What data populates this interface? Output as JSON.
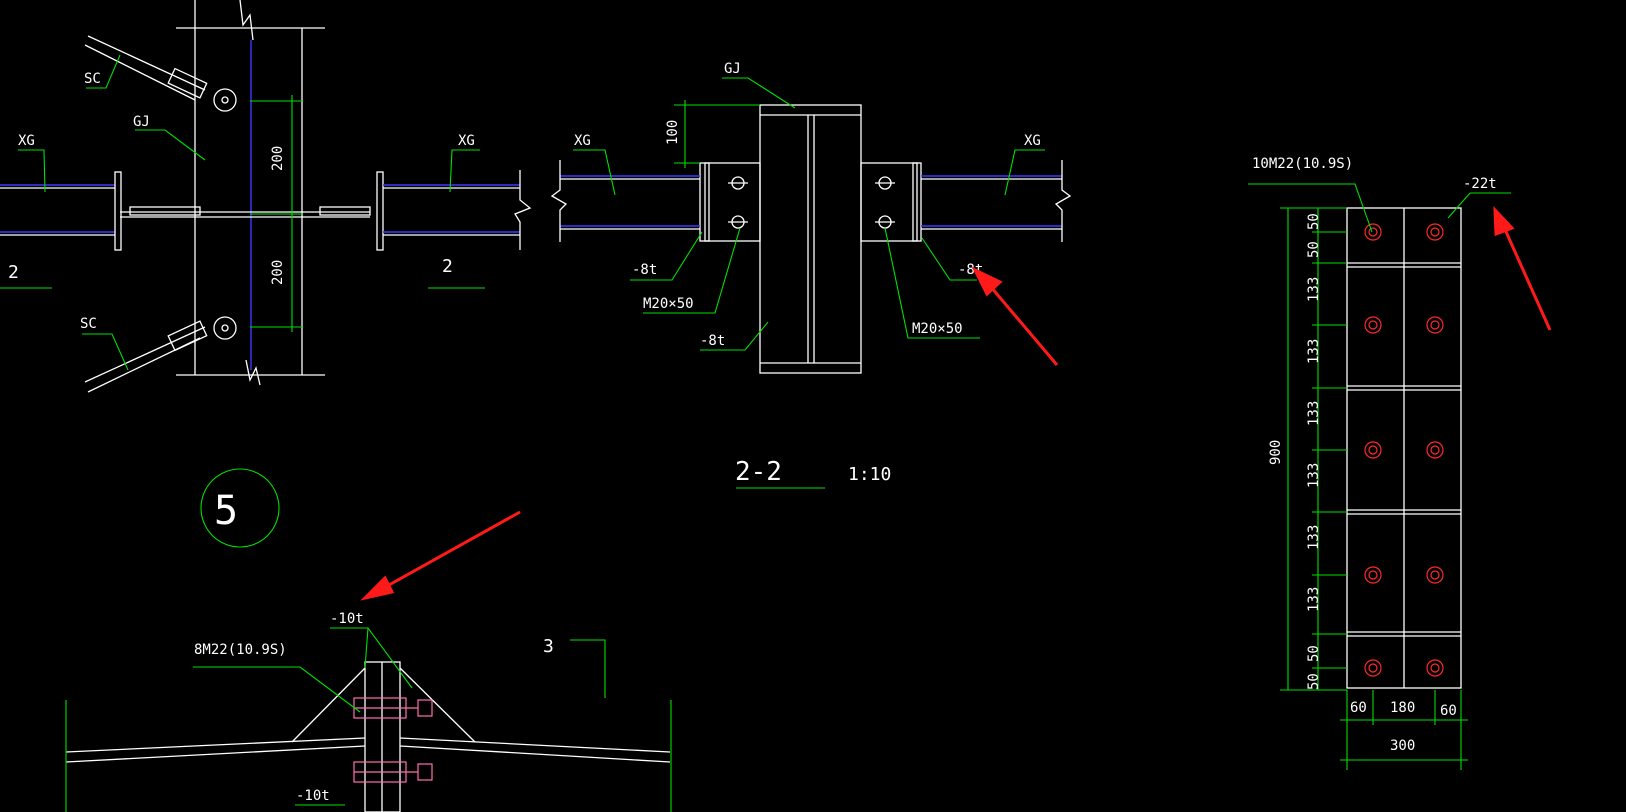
{
  "labels": {
    "sc": "SC",
    "gj": "GJ",
    "xg": "XG",
    "dim_200": "200",
    "dim_100": "100",
    "section_2": "2",
    "section_3": "3",
    "plate_8t": "-8t",
    "plate_10t": "-10t",
    "plate_22t": "-22t",
    "bolt_m20x50": "M20×50",
    "bolt_10m22": "10M22(10.9S)",
    "bolt_8m22": "8M22(10.9S)",
    "section_title": "2-2",
    "scale": "1:10",
    "detail_no": "5",
    "dim_900": "900",
    "dim_50": "50",
    "dim_133": "133",
    "dim_60": "60",
    "dim_180": "180",
    "dim_300": "300"
  },
  "colors": {
    "background": "#000000",
    "linework": "#ffffff",
    "annotation": "#00e000",
    "centerline": "#3a3aff",
    "bolt": "#ff2a2a",
    "arrow": "#ff1a1a"
  }
}
